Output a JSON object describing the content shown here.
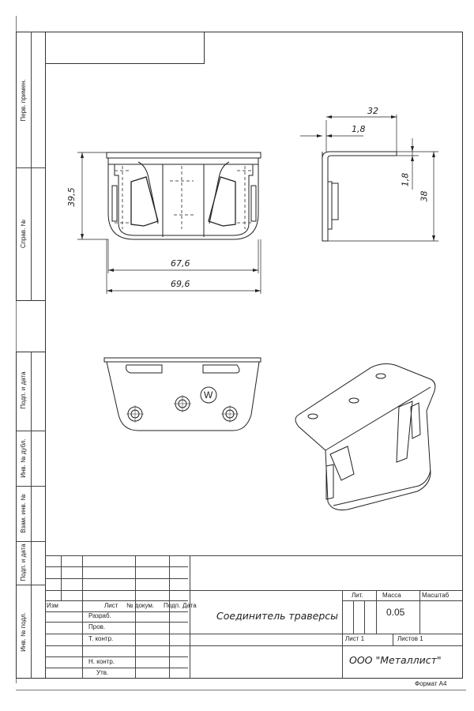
{
  "side_strip": {
    "labels": [
      "Перв. примен.",
      "Справ. №",
      "Подп. и дата",
      "Инв. № дубл.",
      "Взам. инв. №",
      "Подп. и дата",
      "Инв. № подл."
    ]
  },
  "dimensions": {
    "front_height": "39,5",
    "front_inner_width": "67,6",
    "front_outer_width": "69,6",
    "side_length": "32",
    "side_thickness_top": "1,8",
    "side_thickness_right": "1,8",
    "side_height": "38"
  },
  "bottom_view": {
    "marking": "W"
  },
  "title_block": {
    "headers": {
      "izm": "Изм",
      "list": "Лист",
      "doc_no": "№ докум.",
      "sign": "Подп.",
      "date": "Дата"
    },
    "roles": [
      "Разраб.",
      "Пров.",
      "Т. контр.",
      "Н. контр.",
      "Утв."
    ],
    "name": "Соединитель траверсы",
    "lit_label": "Лит.",
    "mass_label": "Масса",
    "scale_label": "Масштаб",
    "mass_value": "0.05",
    "sheet": "Лист 1",
    "sheets": "Листов 1",
    "organization": "ООО \"Металлист\"",
    "format": "Формат А4"
  }
}
